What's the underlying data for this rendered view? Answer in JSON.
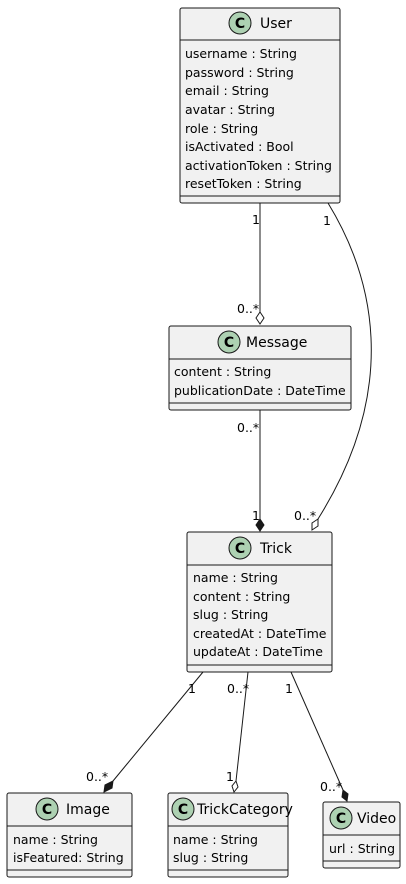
{
  "classes": {
    "user": {
      "stereotype": "C",
      "name": "User",
      "attributes": [
        "username : String",
        "password : String",
        "email : String",
        "avatar : String",
        "role : String",
        "isActivated : Bool",
        "activationToken : String",
        "resetToken : String"
      ]
    },
    "message": {
      "stereotype": "C",
      "name": "Message",
      "attributes": [
        "content : String",
        "publicationDate : DateTime"
      ]
    },
    "trick": {
      "stereotype": "C",
      "name": "Trick",
      "attributes": [
        "name : String",
        "content : String",
        "slug : String",
        "createdAt : DateTime",
        "updateAt : DateTime"
      ]
    },
    "image": {
      "stereotype": "C",
      "name": "Image",
      "attributes": [
        "name : String",
        "isFeatured: String"
      ]
    },
    "trickcategory": {
      "stereotype": "C",
      "name": "TrickCategory",
      "attributes": [
        "name : String",
        "slug : String"
      ]
    },
    "video": {
      "stereotype": "C",
      "name": "Video",
      "attributes": [
        "url : String"
      ]
    }
  },
  "relations": [
    {
      "id": "user-message",
      "from": "User",
      "to": "Message",
      "kind": "aggregation",
      "from_mult": "1",
      "to_mult": "0..*"
    },
    {
      "id": "user-trick",
      "from": "User",
      "to": "Trick",
      "kind": "aggregation",
      "from_mult": "1",
      "to_mult": "0..*"
    },
    {
      "id": "message-trick",
      "from": "Message",
      "to": "Trick",
      "kind": "composition",
      "from_mult": "0..*",
      "to_mult": "1"
    },
    {
      "id": "trick-image",
      "from": "Trick",
      "to": "Image",
      "kind": "composition",
      "from_mult": "1",
      "to_mult": "0..*"
    },
    {
      "id": "trick-trickcategory",
      "from": "Trick",
      "to": "TrickCategory",
      "kind": "aggregation",
      "from_mult": "0..*",
      "to_mult": "1"
    },
    {
      "id": "trick-video",
      "from": "Trick",
      "to": "Video",
      "kind": "composition",
      "from_mult": "1",
      "to_mult": "0..*"
    }
  ]
}
